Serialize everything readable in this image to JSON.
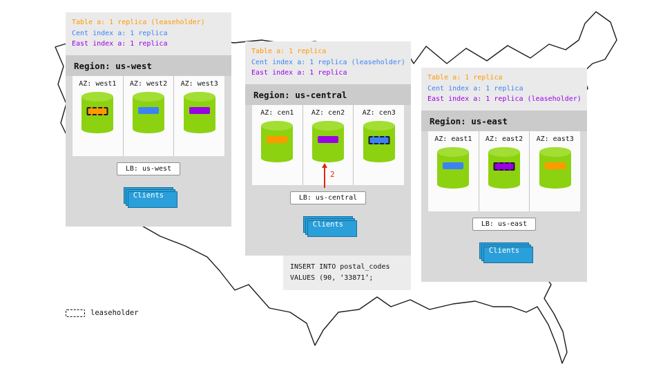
{
  "colors": {
    "orange": "#ff9900",
    "blue": "#3b82f6",
    "purple": "#9900e6",
    "cylinder_body": "#8cd211",
    "cylinder_top": "#a2de33",
    "client_blue": "#2b9fd9",
    "arrow_red": "#e0250e"
  },
  "regions": [
    {
      "name": "us-west",
      "title": "Region: us-west",
      "legend": [
        {
          "text": "Table a: 1 replica (leaseholder)",
          "color": "#ff9900"
        },
        {
          "text": "Cent index a: 1 replica",
          "color": "#3b82f6"
        },
        {
          "text": "East index a: 1 replica",
          "color": "#9900e6"
        }
      ],
      "azs": [
        {
          "label": "AZ: west1",
          "bar_color": "#ff9900",
          "leaseholder": true
        },
        {
          "label": "AZ: west2",
          "bar_color": "#3b82f6",
          "leaseholder": false
        },
        {
          "label": "AZ: west3",
          "bar_color": "#9900e6",
          "leaseholder": false
        }
      ],
      "lb": "LB: us-west",
      "clients": "Clients"
    },
    {
      "name": "us-central",
      "title": "Region: us-central",
      "legend": [
        {
          "text": "Table a: 1 replica",
          "color": "#ff9900"
        },
        {
          "text": "Cent index a: 1 replica (leaseholder)",
          "color": "#3b82f6"
        },
        {
          "text": "East index a: 1 replica",
          "color": "#9900e6"
        }
      ],
      "azs": [
        {
          "label": "AZ: cen1",
          "bar_color": "#ff9900",
          "leaseholder": false
        },
        {
          "label": "AZ: cen2",
          "bar_color": "#9900e6",
          "leaseholder": false
        },
        {
          "label": "AZ: cen3",
          "bar_color": "#3b82f6",
          "leaseholder": true
        }
      ],
      "lb": "LB: us-central",
      "clients": "Clients",
      "annotation": "2",
      "sql": [
        "INSERT INTO postal_codes",
        "VALUES (90, ‘33871’;"
      ]
    },
    {
      "name": "us-east",
      "title": "Region: us-east",
      "legend": [
        {
          "text": "Table a: 1 replica",
          "color": "#ff9900"
        },
        {
          "text": "Cent index a: 1 replica",
          "color": "#3b82f6"
        },
        {
          "text": "East index a: 1 replica (leaseholder)",
          "color": "#9900e6"
        }
      ],
      "azs": [
        {
          "label": "AZ: east1",
          "bar_color": "#3b82f6",
          "leaseholder": false
        },
        {
          "label": "AZ: east2",
          "bar_color": "#9900e6",
          "leaseholder": true
        },
        {
          "label": "AZ: east3",
          "bar_color": "#ff9900",
          "leaseholder": false
        }
      ],
      "lb": "LB: us-east",
      "clients": "Clients"
    }
  ],
  "footer_legend": {
    "label": "leaseholder"
  }
}
